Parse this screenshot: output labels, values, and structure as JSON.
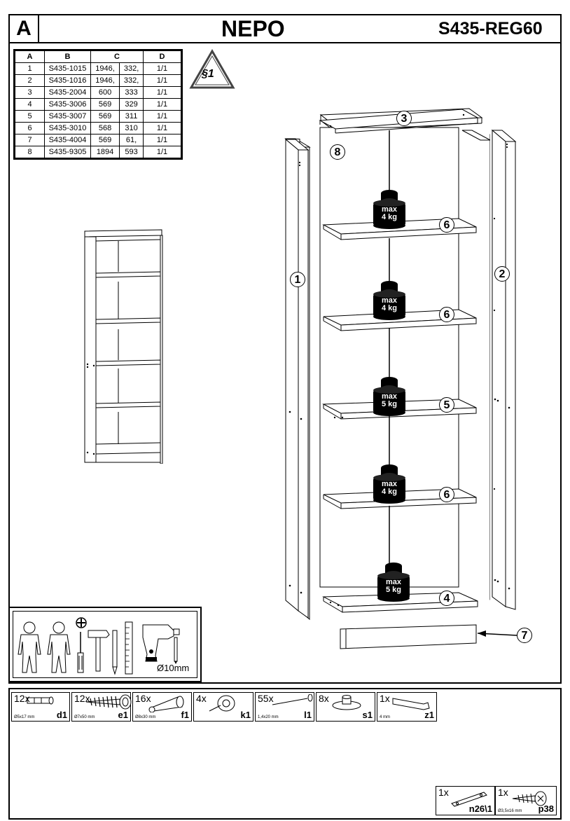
{
  "header": {
    "section_letter": "A",
    "product_name": "NEPO",
    "product_code": "S435-REG60"
  },
  "parts_table": {
    "columns": [
      "A",
      "B",
      "C",
      "D"
    ],
    "rows": [
      [
        "1",
        "S435-1015",
        "1946,",
        "332,",
        "1/1"
      ],
      [
        "2",
        "S435-1016",
        "1946,",
        "332,",
        "1/1"
      ],
      [
        "3",
        "S435-2004",
        "600",
        "333",
        "1/1"
      ],
      [
        "4",
        "S435-3006",
        "569",
        "329",
        "1/1"
      ],
      [
        "5",
        "S435-3007",
        "569",
        "311",
        "1/1"
      ],
      [
        "6",
        "S435-3010",
        "568",
        "310",
        "1/1"
      ],
      [
        "7",
        "S435-4004",
        "569",
        "61,",
        "1/1"
      ],
      [
        "8",
        "S435-9305",
        "1894",
        "593",
        "1/1"
      ]
    ]
  },
  "warning_badge": "§1",
  "callouts": {
    "c1": "1",
    "c2": "2",
    "c3": "3",
    "c4": "4",
    "c5": "5",
    "c6a": "6",
    "c6b": "6",
    "c6c": "6",
    "c7": "7",
    "c8": "8"
  },
  "weights": [
    {
      "line1": "max",
      "line2": "4 kg"
    },
    {
      "line1": "max",
      "line2": "4 kg"
    },
    {
      "line1": "max",
      "line2": "5 kg"
    },
    {
      "line1": "max",
      "line2": "4 kg"
    },
    {
      "line1": "max",
      "line2": "5 kg"
    }
  ],
  "tools": {
    "drill_size": "Ø10mm"
  },
  "hardware": [
    {
      "qty": "12x",
      "code": "d1",
      "size": "Ø5x17 mm",
      "icon": "dowel-icon"
    },
    {
      "qty": "12x",
      "code": "e1",
      "size": "Ø7x50 mm",
      "icon": "confirmat-screw-icon"
    },
    {
      "qty": "16x",
      "code": "f1",
      "size": "Ø8x30 mm",
      "icon": "wood-dowel-icon"
    },
    {
      "qty": "4x",
      "code": "k1",
      "size": "",
      "icon": "furniture-glide-icon"
    },
    {
      "qty": "55x",
      "code": "l1",
      "size": "1,4x20 mm",
      "icon": "nail-icon"
    },
    {
      "qty": "8x",
      "code": "s1",
      "size": "",
      "icon": "shelf-support-icon"
    },
    {
      "qty": "1x",
      "code": "z1",
      "size": "4 mm",
      "icon": "allen-key-icon"
    }
  ],
  "hardware_extra": [
    {
      "qty": "1x",
      "code": "n26\\1",
      "size": "",
      "icon": "anti-tip-strap-icon"
    },
    {
      "qty": "1x",
      "code": "p38",
      "size": "Ø3,5x16 mm",
      "icon": "wall-screw-icon"
    }
  ]
}
